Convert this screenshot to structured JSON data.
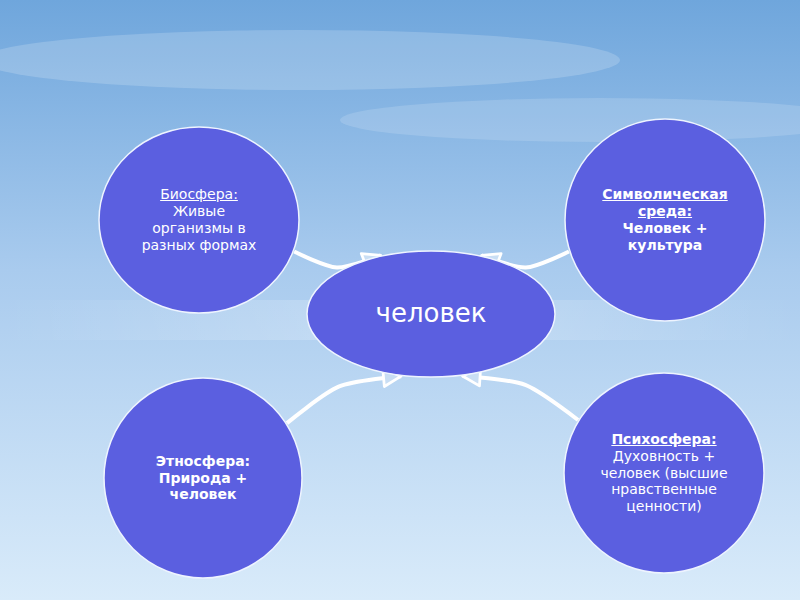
{
  "diagram": {
    "nodes": [
      {
        "text": [
          "Биосфера:",
          "Живые организмы в разных формах"
        ]
      },
      {
        "text": [
          "Символическая среда:",
          "Человек + культура"
        ]
      },
      {
        "text": [
          "человек"
        ]
      },
      {
        "text": [
          "Этносфера:",
          "Природа + человек"
        ]
      },
      {
        "text": [
          "Психосфера:",
          "Духовность + человек (высшие нравственные ценности)"
        ]
      }
    ],
    "edges": [
      {
        "from": 0,
        "to": 2,
        "arrow": "to"
      },
      {
        "from": 1,
        "to": 2,
        "arrow": "to"
      },
      {
        "from": 3,
        "to": 2,
        "arrow": "to"
      },
      {
        "from": 4,
        "to": 2,
        "arrow": "to"
      }
    ]
  }
}
